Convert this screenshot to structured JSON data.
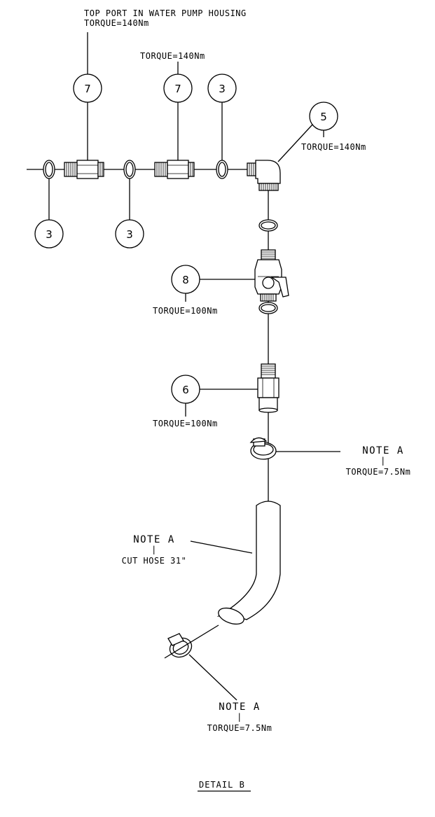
{
  "drawing": {
    "top_note": [
      "TOP PORT IN WATER PUMP HOUSING",
      "TORQUE=140Nm"
    ],
    "torque_item7": "TORQUE=140Nm",
    "torque_item5": "TORQUE=140Nm",
    "torque_item8": "TORQUE=100Nm",
    "torque_item6": "TORQUE=100Nm",
    "clamp_upper_note": [
      "NOTE A",
      "|",
      "TORQUE=7.5Nm"
    ],
    "hose_note": [
      "NOTE A",
      "|",
      "CUT HOSE 31\""
    ],
    "clamp_lower_note": [
      "NOTE A",
      "|",
      "TORQUE=7.5Nm"
    ],
    "detail_title": "DETAIL B",
    "balloons": {
      "item_7_left": "7",
      "item_7_right": "7",
      "item_3_top": "3",
      "item_5": "5",
      "item_3_left": "3",
      "item_3_mid": "3",
      "item_8": "8",
      "item_6": "6"
    }
  }
}
